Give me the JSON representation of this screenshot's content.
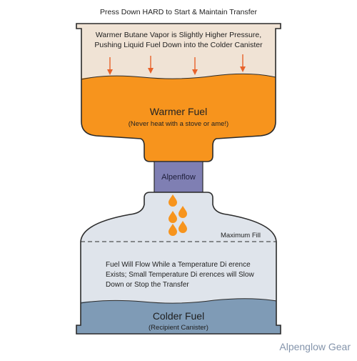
{
  "header": {
    "instruction": "Press Down HARD to Start & Maintain Transfer"
  },
  "top_canister": {
    "vapor_text_line1": "Warmer Butane Vapor is Slightly Higher Pressure,",
    "vapor_text_line2": "Pushing Liquid Fuel Down into the Colder Canister",
    "fuel_title": "Warmer Fuel",
    "fuel_note": "(Never heat with a stove or ame!)",
    "arrow_count": 4
  },
  "adapter": {
    "label": "Alpenflow"
  },
  "bottom_canister": {
    "max_fill_label": "Maximum Fill",
    "flow_text_line1": "Fuel Will Flow While a Temperature Di erence",
    "flow_text_line2": "Exists; Small Temperature Di erences will Slow",
    "flow_text_line3": "Down or Stop the Transfer",
    "fuel_title": "Colder Fuel",
    "fuel_note": "(Recipient Canister)",
    "droplet_count": 5
  },
  "brand": {
    "watermark": "Alpenglow Gear"
  },
  "colors": {
    "vapor": "#f0e3d5",
    "warm_fuel": "#f7941d",
    "arrow": "#e8622a",
    "adapter": "#7f7fb3",
    "bottom_canister": "#dfe4eb",
    "cold_fuel": "#7f9bb6",
    "outline": "#2b2b2b",
    "brand_text": "#8494ab"
  }
}
